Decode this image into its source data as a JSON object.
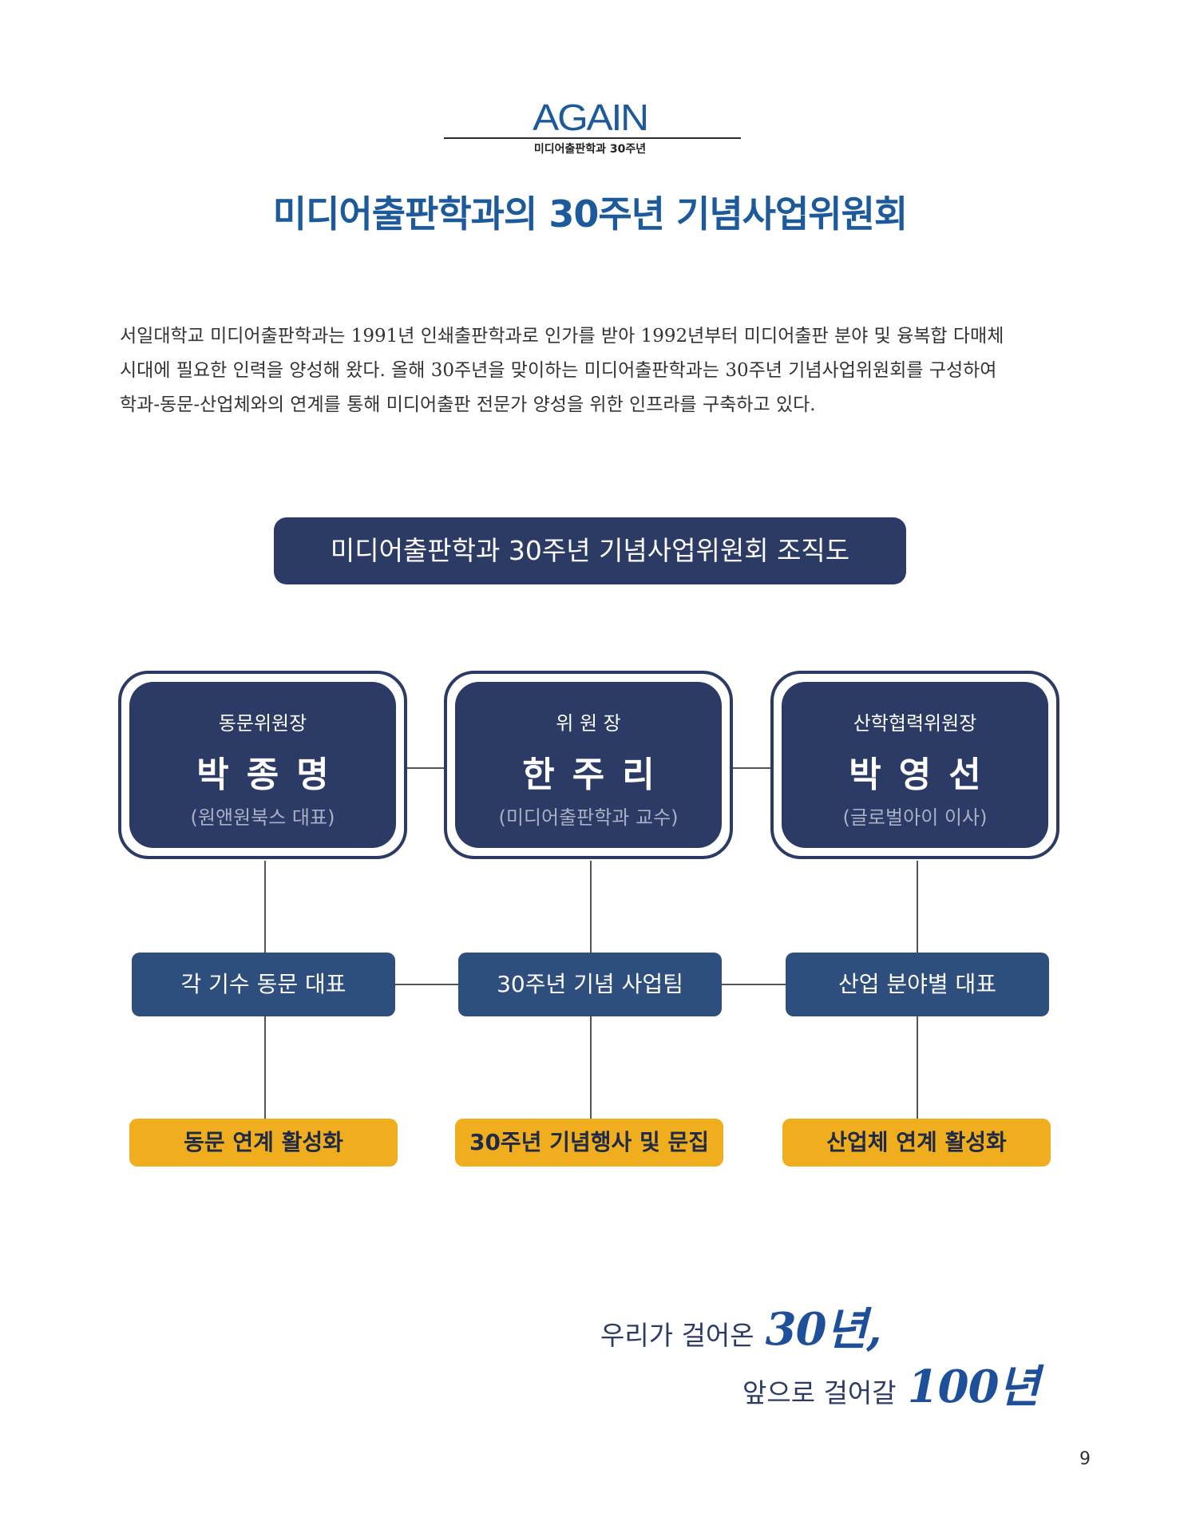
{
  "header": {
    "logo_text": "AGAIN",
    "logo_subtitle": "미디어출판학과 30주년"
  },
  "page_title": "미디어출판학과의 30주년 기념사업위원회",
  "intro": [
    "서일대학교 미디어출판학과는 1991년 인쇄출판학과로 인가를 받아 1992년부터 미디어출판 분야 및 융복합 다매체",
    "시대에 필요한 인력을 양성해 왔다. 올해 30주년을 맞이하는 미디어출판학과는 30주년 기념사업위원회를 구성하여",
    "학과-동문-산업체와의 연계를 통해 미디어출판 전문가 양성을 위한 인프라를 구축하고 있다."
  ],
  "org_chart": {
    "title": "미디어출판학과 30주년 기념사업위원회 조직도",
    "leaders": [
      {
        "role": "동문위원장",
        "name": "박종명",
        "affiliation": "(원앤원북스 대표)"
      },
      {
        "role": "위 원 장",
        "name": "한주리",
        "affiliation": "(미디어출판학과 교수)"
      },
      {
        "role": "산학협력위원장",
        "name": "박영선",
        "affiliation": "(글로벌아이 이사)"
      }
    ],
    "groups": [
      "각 기수 동문 대표",
      "30주년 기념 사업팀",
      "산업 분야별 대표"
    ],
    "activities": [
      "동문 연계 활성화",
      "30주년 기념행사 및 문집",
      "산업체 연계 활성화"
    ]
  },
  "slogan": {
    "line1_text": "우리가 걸어온",
    "line1_highlight": "30년,",
    "line2_text": "앞으로 걸어갈",
    "line2_highlight": "100년"
  },
  "page_number": "9",
  "colors": {
    "navy": "#2c3a66",
    "steel_blue": "#2e4e7e",
    "title_blue": "#1d5a9c",
    "gold": "#f0ae1f"
  }
}
